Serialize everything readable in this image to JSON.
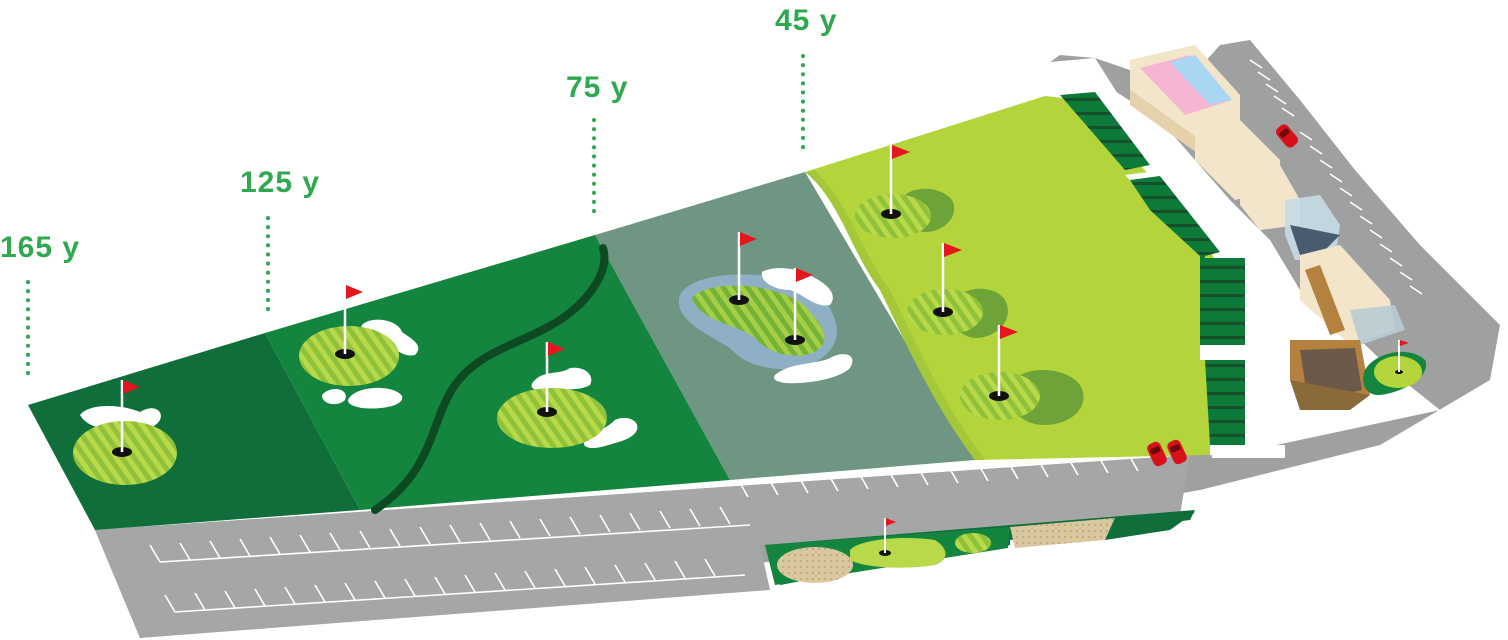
{
  "distances": [
    {
      "label": "165 y"
    },
    {
      "label": "125 y"
    },
    {
      "label": "75 y"
    },
    {
      "label": "45 y"
    }
  ],
  "colors": {
    "label_green": "#2fa84f",
    "zone_165": "#0f6e3a",
    "zone_125": "#14853f",
    "zone_75": "#6e9683",
    "zone_45": "#b3d43a",
    "green_stripe_a": "#8fc23a",
    "green_stripe_b": "#b7d94a",
    "bunker": "#ffffff",
    "water": "#8fb0c4",
    "parking": "#9fa0a0",
    "flag": "#e5161d",
    "car": "#d8101a",
    "building": "#f3e5c9",
    "sand": "#d9c7a0"
  },
  "icons": [
    "flag-icon",
    "car-icon",
    "building-icon",
    "bunker-icon",
    "pond-icon"
  ]
}
